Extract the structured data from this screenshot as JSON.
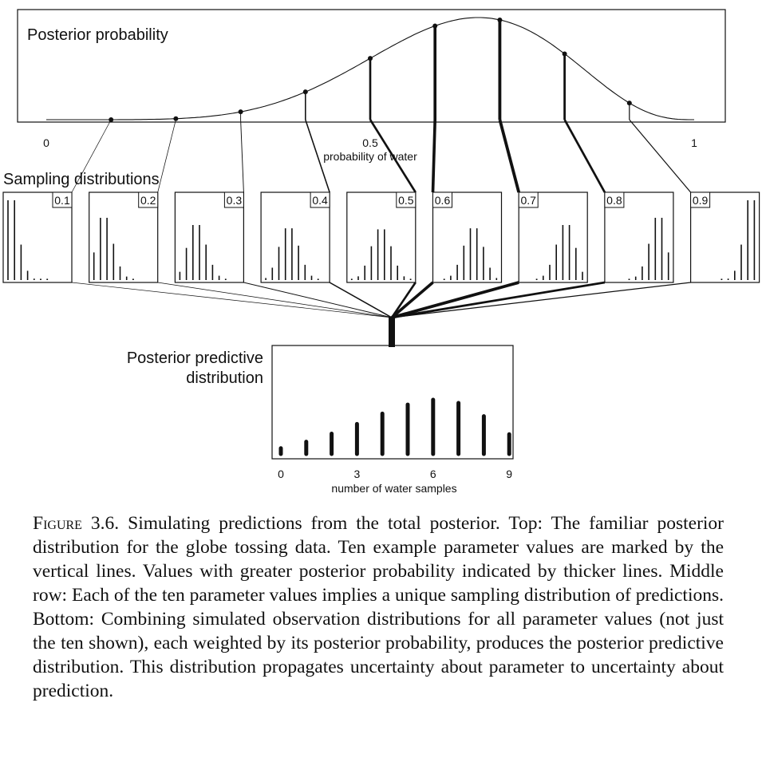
{
  "figure": {
    "posterior_panel": {
      "title": "Posterior probability",
      "x_ticks": [
        "0",
        "0.5",
        "1"
      ],
      "xlabel": "probability of water"
    },
    "sampling_panel": {
      "title": "Sampling distributions",
      "panel_labels": [
        "0.1",
        "0.2",
        "0.3",
        "0.4",
        "0.5",
        "0.6",
        "0.7",
        "0.8",
        "0.9"
      ]
    },
    "predictive_panel": {
      "title_line1": "Posterior predictive",
      "title_line2": "distribution",
      "x_ticks": [
        "0",
        "3",
        "6",
        "9"
      ],
      "xlabel": "number of water samples"
    }
  },
  "chart_data": [
    {
      "type": "line",
      "title": "Posterior probability",
      "xlabel": "probability of water",
      "xlim": [
        0,
        1
      ],
      "curve": "posterior density for 6 water in 9 tosses",
      "marked_p": [
        0.1,
        0.2,
        0.3,
        0.4,
        0.5,
        0.6,
        0.7,
        0.8,
        0.9
      ]
    },
    {
      "type": "bar",
      "title": "Sampling distributions",
      "x": [
        0,
        1,
        2,
        3,
        4,
        5,
        6,
        7,
        8,
        9
      ],
      "series": [
        {
          "name": "0.1",
          "values": [
            0.387,
            0.387,
            0.172,
            0.045,
            0.007,
            0.001,
            0.0001,
            0,
            0,
            0
          ]
        },
        {
          "name": "0.2",
          "values": [
            0.134,
            0.302,
            0.302,
            0.176,
            0.066,
            0.017,
            0.003,
            0,
            0,
            0
          ]
        },
        {
          "name": "0.3",
          "values": [
            0.04,
            0.156,
            0.267,
            0.267,
            0.172,
            0.074,
            0.021,
            0.004,
            0,
            0
          ]
        },
        {
          "name": "0.4",
          "values": [
            0.01,
            0.06,
            0.161,
            0.251,
            0.251,
            0.167,
            0.074,
            0.021,
            0.004,
            0
          ]
        },
        {
          "name": "0.5",
          "values": [
            0.002,
            0.018,
            0.07,
            0.164,
            0.246,
            0.246,
            0.164,
            0.07,
            0.018,
            0.002
          ]
        },
        {
          "name": "0.6",
          "values": [
            0,
            0.004,
            0.021,
            0.074,
            0.167,
            0.251,
            0.251,
            0.161,
            0.06,
            0.01
          ]
        },
        {
          "name": "0.7",
          "values": [
            0,
            0,
            0.004,
            0.021,
            0.074,
            0.172,
            0.267,
            0.267,
            0.156,
            0.04
          ]
        },
        {
          "name": "0.8",
          "values": [
            0,
            0,
            0,
            0.003,
            0.017,
            0.066,
            0.176,
            0.302,
            0.302,
            0.134
          ]
        },
        {
          "name": "0.9",
          "values": [
            0,
            0,
            0,
            0,
            0.001,
            0.007,
            0.045,
            0.172,
            0.387,
            0.387
          ]
        }
      ]
    },
    {
      "type": "bar",
      "title": "Posterior predictive distribution",
      "xlabel": "number of water samples",
      "categories": [
        0,
        1,
        2,
        3,
        4,
        5,
        6,
        7,
        8,
        9
      ],
      "values": [
        0.018,
        0.038,
        0.063,
        0.093,
        0.125,
        0.153,
        0.168,
        0.158,
        0.117,
        0.061
      ]
    }
  ],
  "caption": {
    "label": "Figure 3.6.",
    "text": "Simulating predictions from the total posterior. Top: The familiar posterior distribution for the globe tossing data. Ten example parameter values are marked by the vertical lines. Values with greater posterior probability indicated by thicker lines. Middle row: Each of the ten parameter values implies a unique sampling distribution of predictions. Bottom: Combining simulated observation distributions for all parameter values (not just the ten shown), each weighted by its posterior probability, produces the posterior predictive distribution. This distribution propagates uncertainty about parameter to uncertainty about prediction."
  }
}
